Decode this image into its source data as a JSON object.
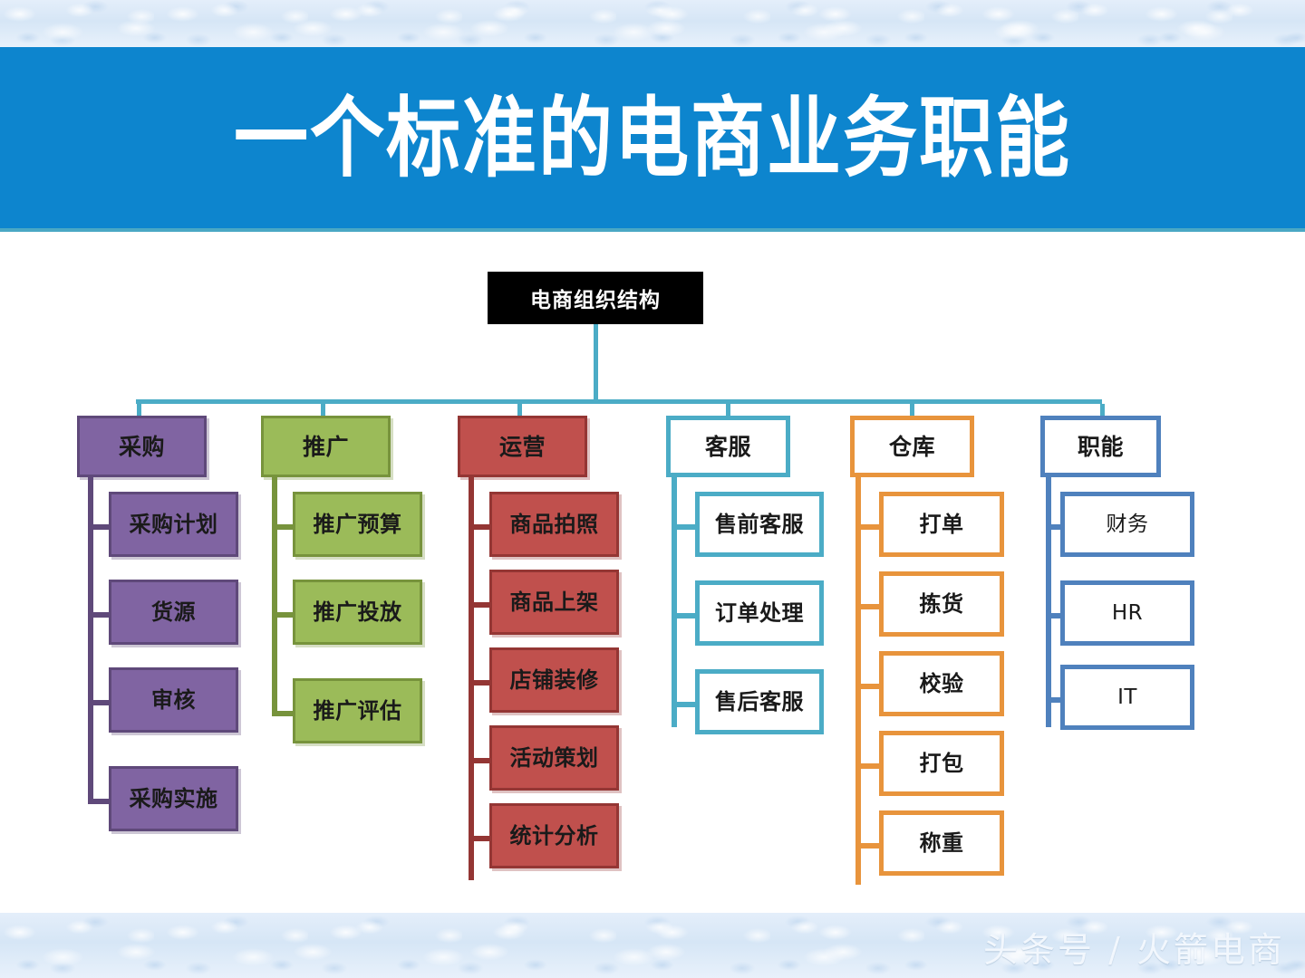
{
  "slide": {
    "title": "一个标准的电商业务职能",
    "watermark": "头条号 / 火箭电商"
  },
  "colors": {
    "banner": "#0D85CE",
    "banner_underline": "#4AA8C4",
    "texture": "#DCE9F7",
    "root_fill": "#000000",
    "root_text": "#FFFFFF",
    "bus_line": "#4BACC6",
    "purple_fill": "#8064A2",
    "purple_border": "#5F497A",
    "green_fill": "#9BBB59",
    "green_border": "#77933C",
    "red_fill": "#C0504D",
    "red_border": "#943634",
    "teal_border": "#4BACC6",
    "orange_border": "#E8943C",
    "blue_border": "#4F81BD"
  },
  "chart_data": {
    "type": "diagram",
    "title": "电商组织结构",
    "root": {
      "label": "电商组织结构",
      "style": "black-filled"
    },
    "branches": [
      {
        "key": "purchase",
        "label": "采购",
        "style": "filled",
        "children": [
          "采购计划",
          "货源",
          "审核",
          "采购实施"
        ]
      },
      {
        "key": "promotion",
        "label": "推广",
        "style": "filled",
        "children": [
          "推广预算",
          "推广投放",
          "推广评估"
        ]
      },
      {
        "key": "operations",
        "label": "运营",
        "style": "filled",
        "children": [
          "商品拍照",
          "商品上架",
          "店铺装修",
          "活动策划",
          "统计分析"
        ]
      },
      {
        "key": "customer-service",
        "label": "客服",
        "style": "outlined",
        "children": [
          "售前客服",
          "订单处理",
          "售后客服"
        ]
      },
      {
        "key": "warehouse",
        "label": "仓库",
        "style": "outlined",
        "children": [
          "打单",
          "拣货",
          "校验",
          "打包",
          "称重"
        ]
      },
      {
        "key": "function",
        "label": "职能",
        "style": "outlined",
        "children": [
          "财务",
          "HR",
          "IT"
        ]
      }
    ]
  }
}
